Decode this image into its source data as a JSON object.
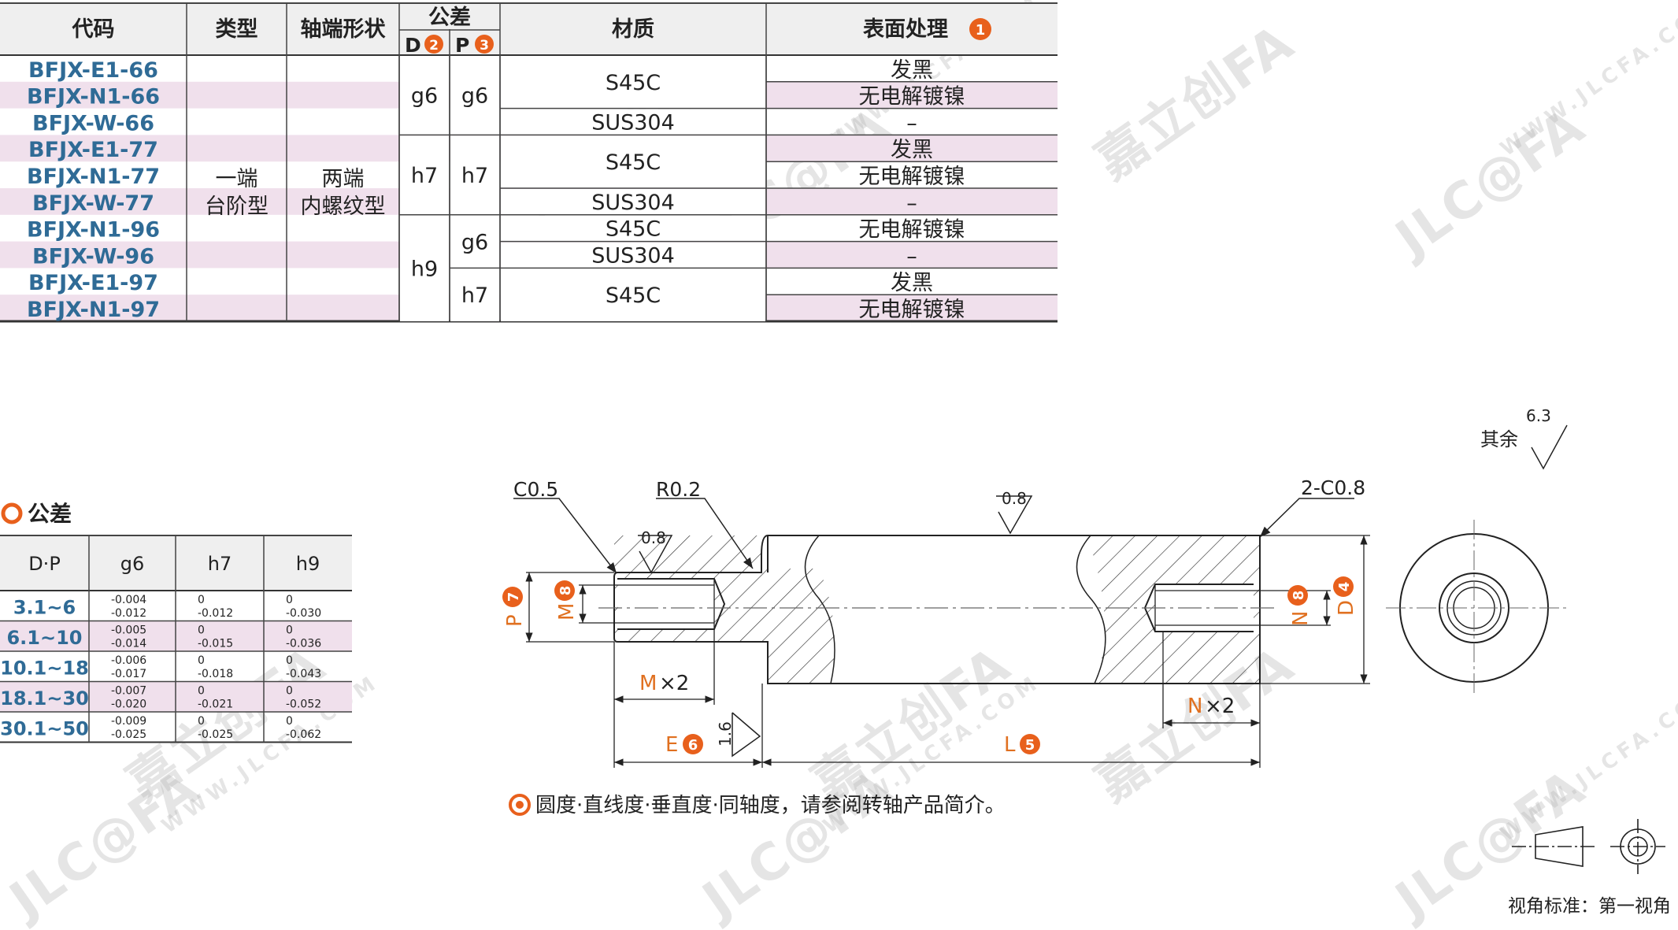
{
  "main_table": {
    "headers": {
      "code": "代码",
      "type": "类型",
      "shaft_end": "轴端形状",
      "tolerance": "公差",
      "tol_d": "D",
      "tol_d_badge": "2",
      "tol_p": "P",
      "tol_p_badge": "3",
      "material": "材质",
      "surface": "表面处理",
      "surface_badge": "1"
    },
    "codes": [
      "BFJX-E1-66",
      "BFJX-N1-66",
      "BFJX-W-66",
      "BFJX-E1-77",
      "BFJX-N1-77",
      "BFJX-W-77",
      "BFJX-N1-96",
      "BFJX-W-96",
      "BFJX-E1-97",
      "BFJX-N1-97"
    ],
    "type_line1": "一端",
    "type_line2": "台阶型",
    "shaft_line1": "两端",
    "shaft_line2": "内螺纹型",
    "d_groups": [
      {
        "value": "g6",
        "from": 0,
        "to": 3
      },
      {
        "value": "h7",
        "from": 3,
        "to": 6
      },
      {
        "value": "h9",
        "from": 6,
        "to": 10
      }
    ],
    "p_groups": [
      {
        "value": "g6",
        "from": 0,
        "to": 3
      },
      {
        "value": "h7",
        "from": 3,
        "to": 6
      },
      {
        "value": "g6",
        "from": 6,
        "to": 8
      },
      {
        "value": "h7",
        "from": 8,
        "to": 10
      }
    ],
    "material_groups": [
      {
        "value": "S45C",
        "from": 0,
        "to": 2
      },
      {
        "value": "SUS304",
        "from": 2,
        "to": 3
      },
      {
        "value": "S45C",
        "from": 3,
        "to": 5
      },
      {
        "value": "SUS304",
        "from": 5,
        "to": 6
      },
      {
        "value": "S45C",
        "from": 6,
        "to": 7
      },
      {
        "value": "SUS304",
        "from": 7,
        "to": 8
      },
      {
        "value": "S45C",
        "from": 8,
        "to": 10
      }
    ],
    "surface": [
      "发黑",
      "无电解镀镍",
      "–",
      "发黑",
      "无电解镀镍",
      "–",
      "无电解镀镍",
      "–",
      "发黑",
      "无电解镀镍"
    ]
  },
  "tolerance_section": {
    "title": "公差",
    "headers": [
      "D·P",
      "g6",
      "h7",
      "h9"
    ],
    "rows": [
      {
        "range": "3.1~6",
        "g6": [
          "-0.004",
          "-0.012"
        ],
        "h7": [
          "0",
          "-0.012"
        ],
        "h9": [
          "0",
          "-0.030"
        ]
      },
      {
        "range": "6.1~10",
        "g6": [
          "-0.005",
          "-0.014"
        ],
        "h7": [
          "0",
          "-0.015"
        ],
        "h9": [
          "0",
          "-0.036"
        ]
      },
      {
        "range": "10.1~18",
        "g6": [
          "-0.006",
          "-0.017"
        ],
        "h7": [
          "0",
          "-0.018"
        ],
        "h9": [
          "0",
          "-0.043"
        ]
      },
      {
        "range": "18.1~30",
        "g6": [
          "-0.007",
          "-0.020"
        ],
        "h7": [
          "0",
          "-0.021"
        ],
        "h9": [
          "0",
          "-0.052"
        ]
      },
      {
        "range": "30.1~50",
        "g6": [
          "-0.009",
          "-0.025"
        ],
        "h7": [
          "0",
          "-0.025"
        ],
        "h9": [
          "0",
          "-0.062"
        ]
      }
    ]
  },
  "drawing": {
    "c05": "C0.5",
    "r02": "R0.2",
    "c08": "2-C0.8",
    "rough_08": "0.8",
    "rough_16": "1.6",
    "rough_63": "6.3",
    "rough_other": "其余",
    "label_p": "P",
    "badge_p": "7",
    "label_m": "M",
    "badge_m": "8",
    "label_n": "N",
    "badge_n": "8",
    "label_d": "D",
    "badge_d": "4",
    "label_mx2_m": "M",
    "label_mx2_x": "×2",
    "label_nx2_n": "N",
    "label_nx2_x": "×2",
    "label_e": "E",
    "badge_e": "6",
    "label_l": "L",
    "badge_l": "5",
    "note": "圆度·直线度·垂直度·同轴度，请参阅转轴产品简介。",
    "projection_label": "视角标准：第一视角"
  },
  "watermark": {
    "brand": "嘉立创FA",
    "logo": "JLC@FA",
    "url": "WWW.JLCFA.COM"
  },
  "colors": {
    "header_bg": "#efefef",
    "row_pink": "#f0e0ec",
    "code_blue": "#2f6b96",
    "orange": "#e8601c",
    "label_orange": "#e07020"
  }
}
